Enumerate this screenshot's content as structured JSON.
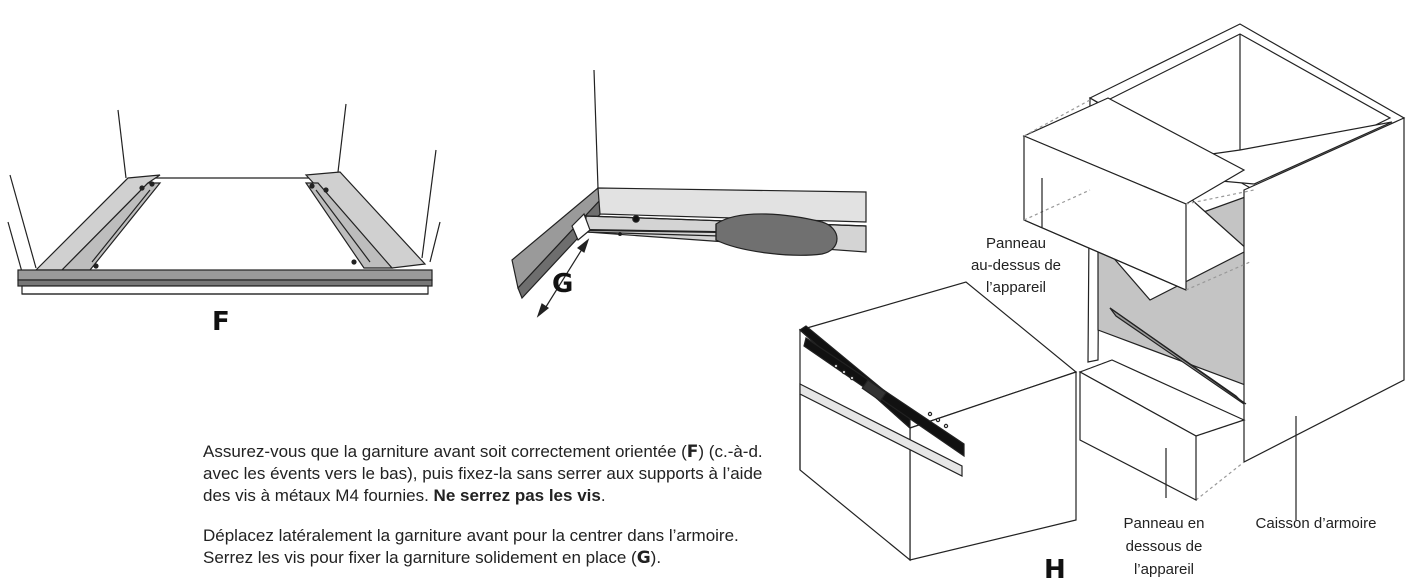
{
  "figures": {
    "f_label": "F",
    "g_label": "G",
    "h_label": "H"
  },
  "callouts": {
    "panel_above": [
      "Panneau",
      "au-dessus de",
      "l’appareil"
    ],
    "panel_below": [
      "Panneau en",
      "dessous de",
      "l’appareil"
    ],
    "cabinet": "Caisson d’armoire"
  },
  "instructions": {
    "p1_text": "Assurez-vous que la garniture avant soit correctement orientée (",
    "p1_letter": "F",
    "p1_text2": ") (c.-à-d. avec les évents vers le bas), puis fixez-la sans serrer aux supports à l’aide des vis à métaux M4 fournies. ",
    "p1_bold": "Ne serrez pas les vis",
    "p1_end": ".",
    "p2_text": "Déplacez latéralement la garniture avant pour la centrer dans l’armoire. Serrez les vis pour fixer la garniture solidement en place (",
    "p2_letter": "G",
    "p2_end": ")."
  }
}
